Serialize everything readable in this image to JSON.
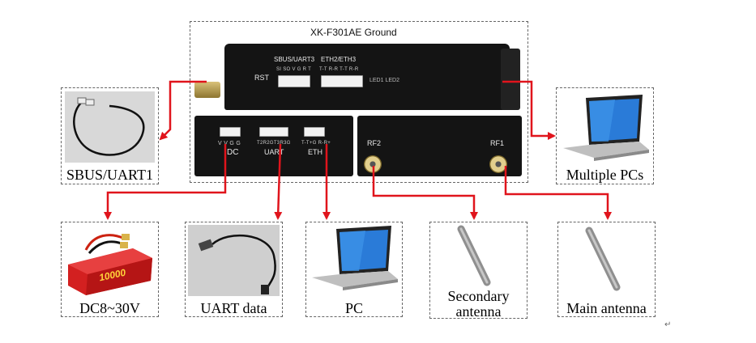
{
  "device": {
    "title": "XK-F301AE  Ground",
    "rst": "RST",
    "sbus_uart3": "SBUS/UART3",
    "sbus_pins": "SI SO V G R T",
    "eth2_eth3": "ETH2/ETH3",
    "eth_pins": "T-T R-R T-T R-R",
    "led": "LED1 LED2",
    "dc_pins": "V V G G",
    "dc": "DC",
    "uart_pins": "T2R2GT3R3G",
    "uart": "UART",
    "eth_bottom_pins": "T-T+G R-R+",
    "eth": "ETH",
    "rf2": "RF2",
    "rf1": "RF1"
  },
  "peripherals": {
    "sbus_uart1": "SBUS/UART1",
    "multiple_pcs": "Multiple PCs",
    "dc_power": "DC8~30V",
    "uart_data": "UART data",
    "pc": "PC",
    "secondary_antenna_line1": "Secondary",
    "secondary_antenna_line2": "antenna",
    "main_antenna": "Main antenna",
    "battery_brand": "10000"
  },
  "colors": {
    "arrow": "#e0141c",
    "device": "#141414",
    "border": "#666666"
  }
}
